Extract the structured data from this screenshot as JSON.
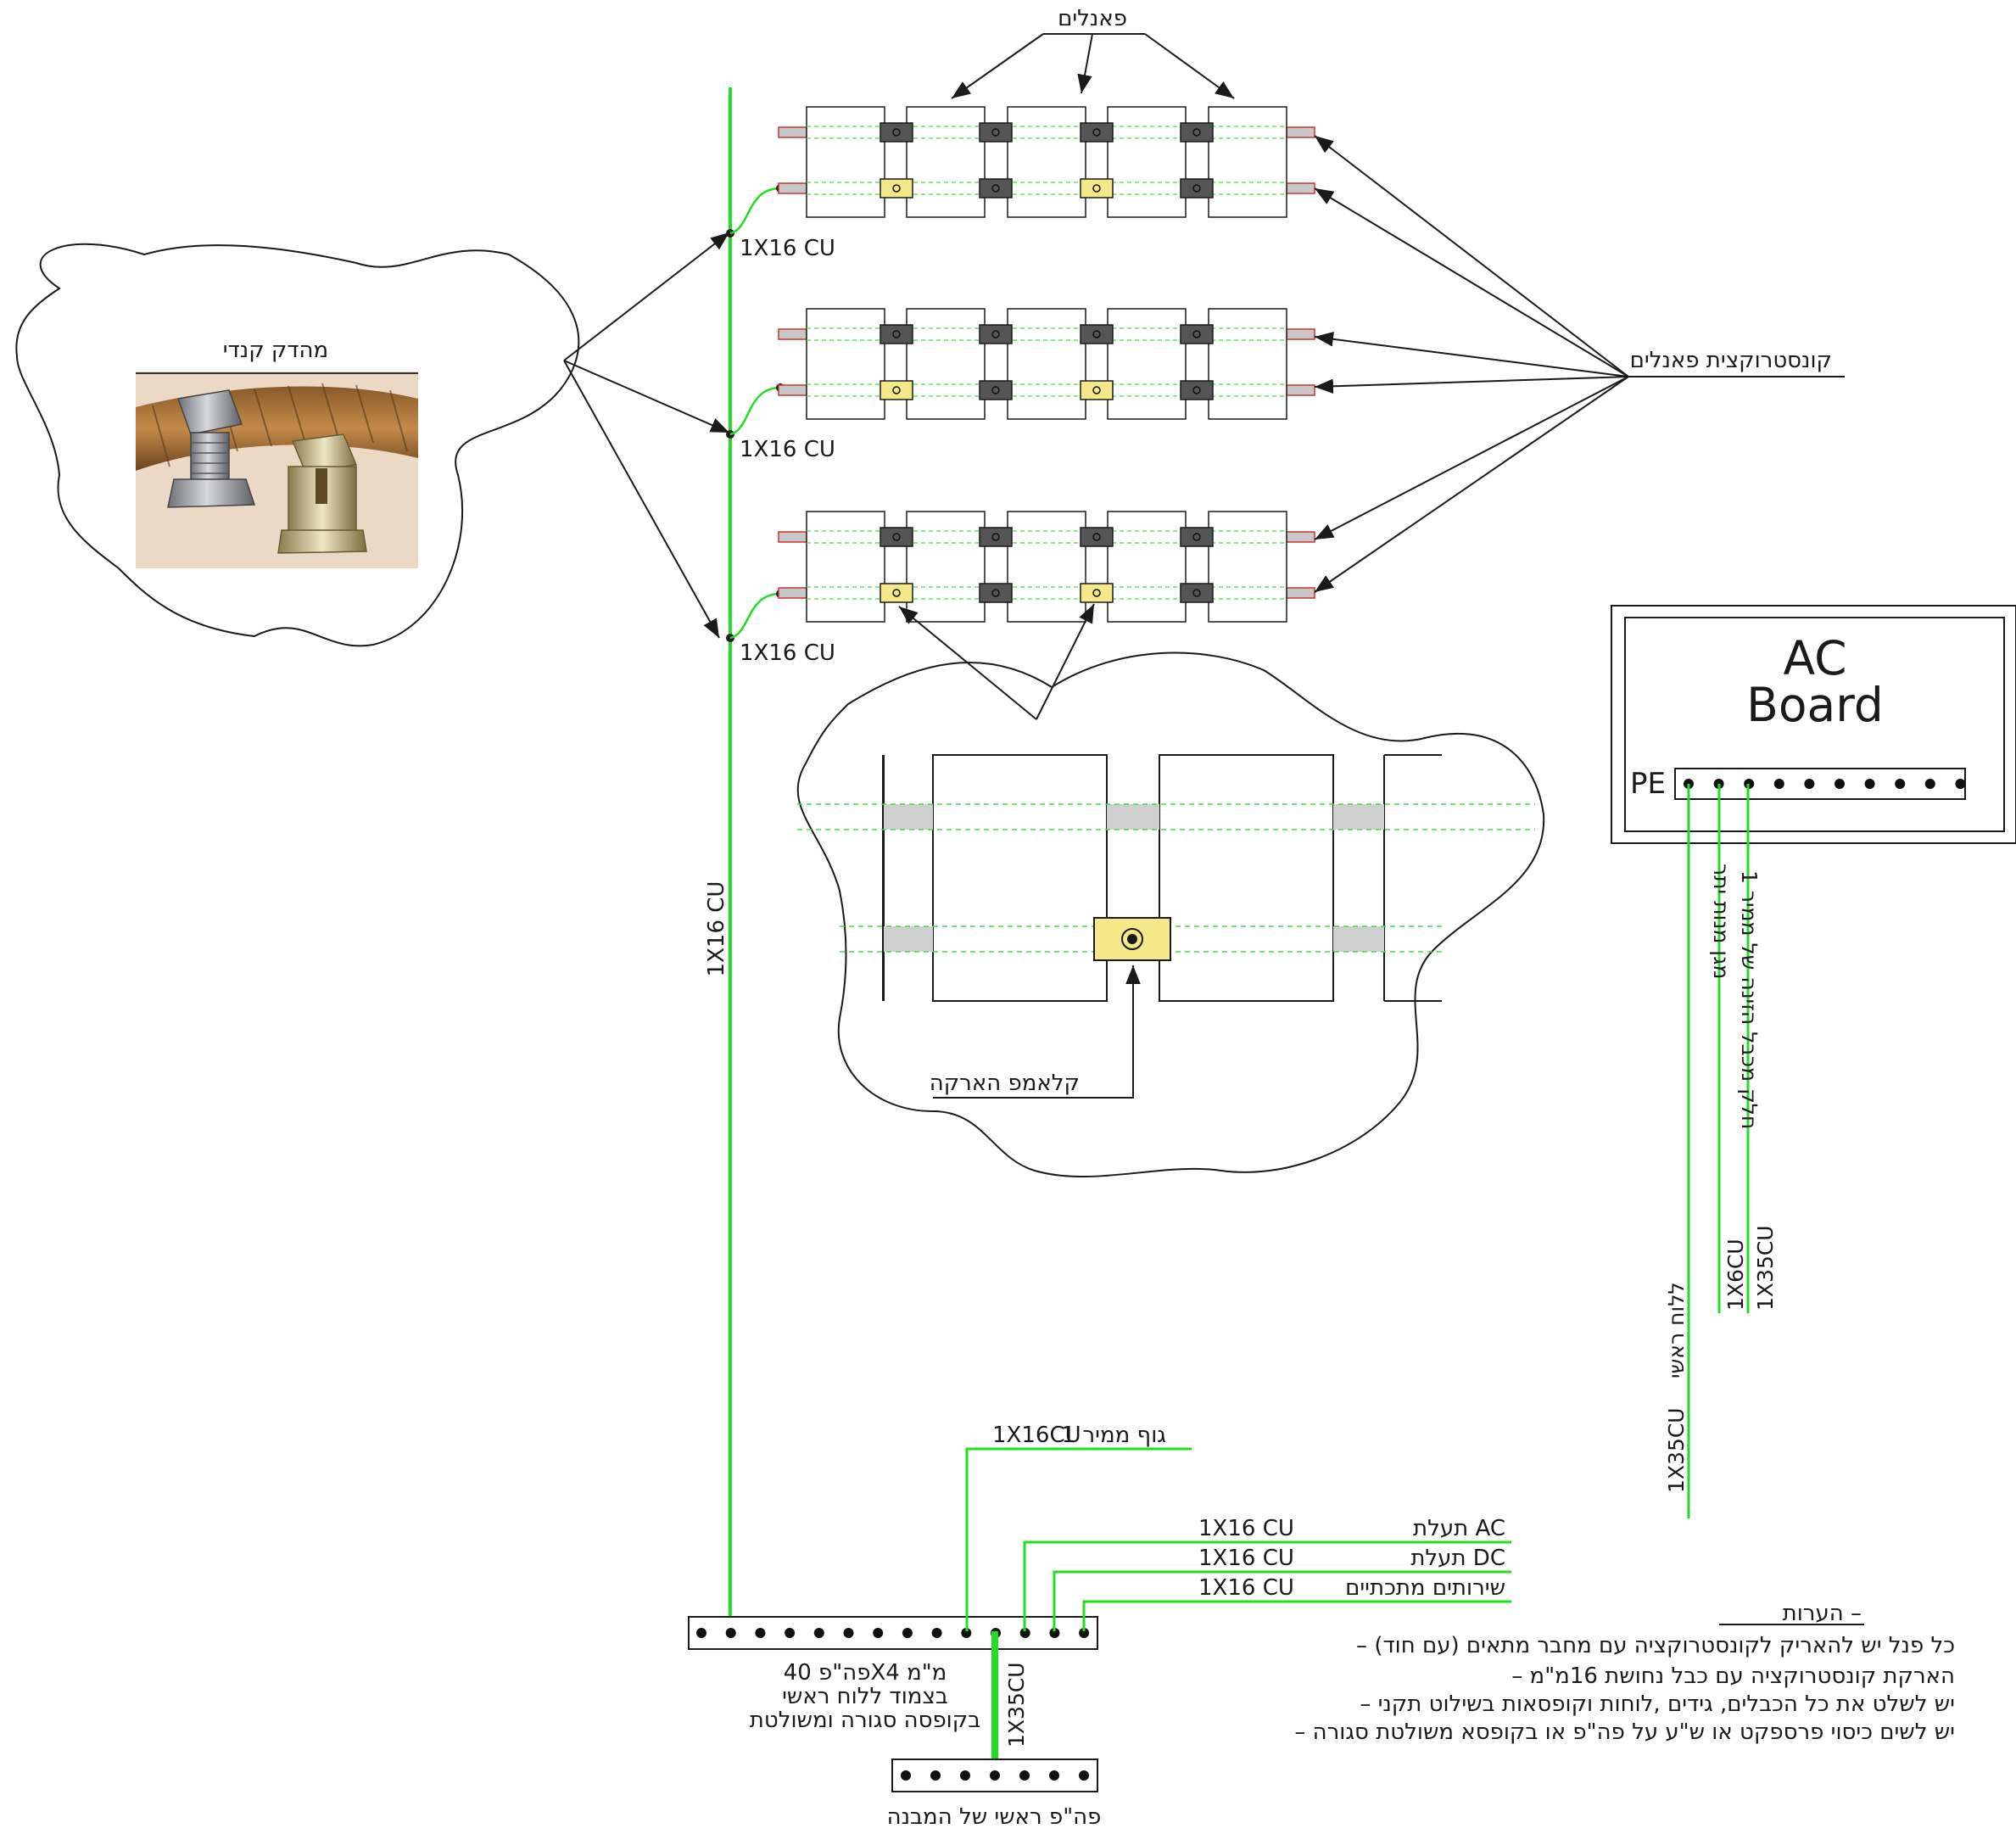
{
  "labels": {
    "panels": "פאנלים",
    "panel_structure": "קונסטרוקצית פאנלים",
    "compression_clamp": "מהדק קנדי",
    "grounding_clamp": "קלאמפ הארקה",
    "cable_1x16_a": "1X16  CU",
    "cable_1x16_b": "1X16  CU",
    "cable_1x16_c": "1X16  CU",
    "main_vertical": "1X16  CU",
    "ac_board_line1": "AC",
    "ac_board_line2": "Board",
    "pe": "PE",
    "neutral_inverter": "חלק מכבל הזינה של ממיר 1",
    "surge_arrester": "מגן מנות יתר",
    "cable_1x6cu": "1X6CU",
    "cable_1x35cu_r": "1X35CU",
    "main_panel": "ללוח ראשי",
    "cable_1x35cu_main": "1X35CU",
    "inverter_body_cable": "1X16CU",
    "inverter_body": "גוף ממיר 1",
    "ac_tray": "תעלת AC",
    "dc_tray": "תעלת DC",
    "mech_services": "שירותים מתכתיים",
    "ac_tray_cable": "1X16  CU",
    "dc_tray_cable": "1X16  CU",
    "mech_cable": "1X16  CU",
    "main_bus_line1": "פה\"פ 40X4 מ\"מ",
    "main_bus_line2": "בצמוד ללוח ראשי",
    "main_bus_line3": "בקופסה סגורה ומשולטת",
    "bus_link_cable": "1X35CU",
    "building_bus": "פה\"פ ראשי של המבנה"
  },
  "notes": {
    "title": "הערות –",
    "items": [
      "– כל פנל יש להאריק לקונסטרוקציה עם מחבר מתאים (עם חוד)",
      "– הארקת קונסטרוקציה עם כבל נחושת 16מ\"מ",
      "– יש לשלט את כל הכבלים, גידים ,לוחות וקופסאות בשילוט תקני",
      "– יש לשים כיסוי פרספקט או ש\"ע על פה\"פ או בקופסא משולטת סגורה"
    ]
  },
  "colors": {
    "ground_wire": "#22dd22",
    "dashed_green": "#44dd44",
    "rail_red": "#cc3333",
    "rail_gray": "#c8c8c8",
    "clamp_dark": "#555555",
    "clamp_yellow": "#f5e888",
    "line": "#1a1a1a"
  }
}
